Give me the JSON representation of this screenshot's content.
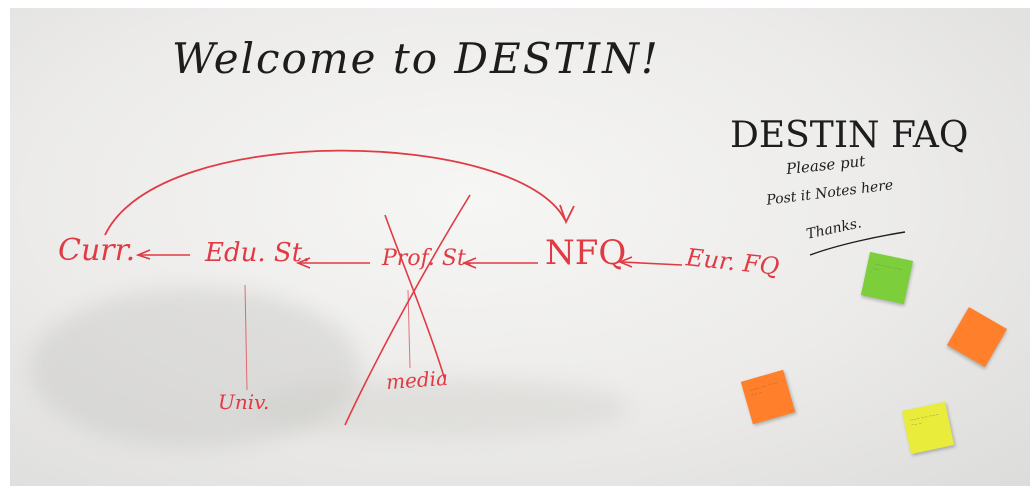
{
  "whiteboard": {
    "heading": "Welcome to DESTIN!",
    "faq_title": "DESTIN FAQ",
    "faq_lines": [
      "Please put",
      "Post it Notes here",
      "Thanks."
    ],
    "diagram_nodes": [
      "Curr.",
      "Edu. St.",
      "Prof. St.",
      "NFQ",
      "Eur. FQ"
    ],
    "diagram_branches": [
      "Univ.",
      "media"
    ]
  },
  "colors": {
    "marker_black": "#1d1d1d",
    "marker_red": "#e03a44",
    "board": "#ecebea"
  },
  "sticky_notes": [
    {
      "color": "#7ccf3a"
    },
    {
      "color": "#ff7f2a"
    },
    {
      "color": "#ff7f2a"
    },
    {
      "color": "#e9ec3a"
    }
  ]
}
